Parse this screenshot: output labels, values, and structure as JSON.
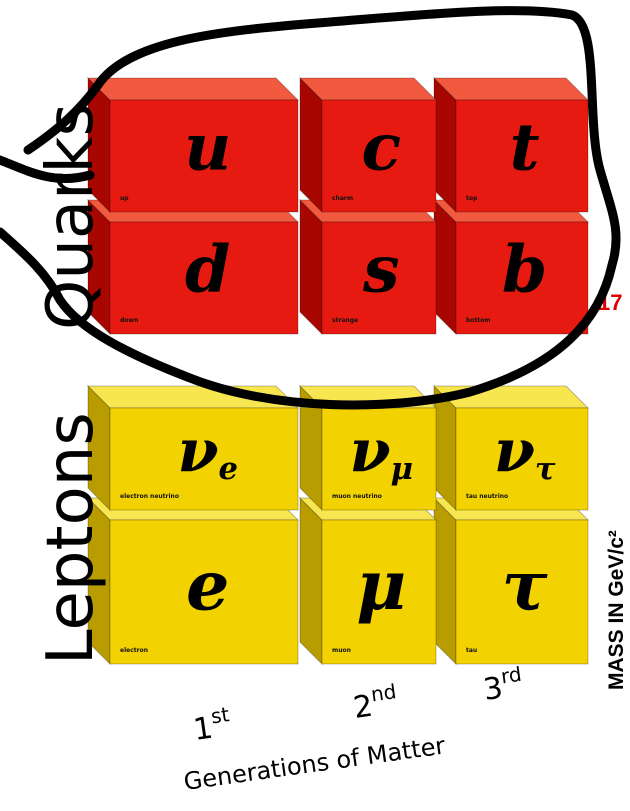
{
  "colors": {
    "quark_front": "#e61a10",
    "quark_top": "#f25a40",
    "quark_side": "#a80600",
    "lepton_front": "#f2d200",
    "lepton_top": "#f8e650",
    "lepton_side": "#b99c00",
    "mass_value": "#e00000",
    "ink": "#000000"
  },
  "labels": {
    "quarks": "Quarks",
    "leptons": "Leptons",
    "axis_title": "Generations of Matter",
    "mass_axis": "MASS IN GeV/c²",
    "mass_value_cut": "17"
  },
  "generations": [
    {
      "num": "1",
      "suffix": "st"
    },
    {
      "num": "2",
      "suffix": "nd"
    },
    {
      "num": "3",
      "suffix": "rd"
    }
  ],
  "particles": [
    {
      "symbol": "u",
      "sub": "",
      "name": "up",
      "row": "quark",
      "level": 0,
      "col": 0
    },
    {
      "symbol": "c",
      "sub": "",
      "name": "charm",
      "row": "quark",
      "level": 0,
      "col": 1
    },
    {
      "symbol": "t",
      "sub": "",
      "name": "top",
      "row": "quark",
      "level": 0,
      "col": 2
    },
    {
      "symbol": "d",
      "sub": "",
      "name": "down",
      "row": "quark",
      "level": 1,
      "col": 0
    },
    {
      "symbol": "s",
      "sub": "",
      "name": "strange",
      "row": "quark",
      "level": 1,
      "col": 1
    },
    {
      "symbol": "b",
      "sub": "",
      "name": "bottom",
      "row": "quark",
      "level": 1,
      "col": 2
    },
    {
      "symbol": "ν",
      "sub": "e",
      "name": "electron neutrino",
      "row": "lepton",
      "level": 0,
      "col": 0
    },
    {
      "symbol": "ν",
      "sub": "μ",
      "name": "muon neutrino",
      "row": "lepton",
      "level": 0,
      "col": 1
    },
    {
      "symbol": "ν",
      "sub": "τ",
      "name": "tau neutrino",
      "row": "lepton",
      "level": 0,
      "col": 2
    },
    {
      "symbol": "e",
      "sub": "",
      "name": "electron",
      "row": "lepton",
      "level": 1,
      "col": 0
    },
    {
      "symbol": "μ",
      "sub": "",
      "name": "muon",
      "row": "lepton",
      "level": 1,
      "col": 1
    },
    {
      "symbol": "τ",
      "sub": "",
      "name": "tau",
      "row": "lepton",
      "level": 1,
      "col": 2
    }
  ]
}
